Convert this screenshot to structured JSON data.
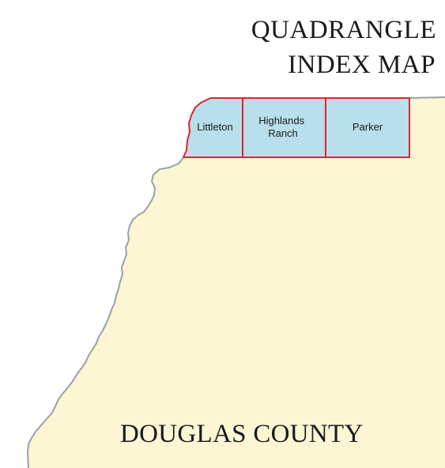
{
  "title": {
    "line1": "QUADRANGLE",
    "line2": "INDEX MAP"
  },
  "county": {
    "label": "DOUGLAS COUNTY",
    "fill_color": "#fdf6d4"
  },
  "boundary": {
    "color": "#9aa0a6"
  },
  "quadrangles": {
    "fill_color": "#b8dfeb",
    "border_color": "#e0252f",
    "items": [
      {
        "id": "littleton",
        "lines": [
          "Littleton"
        ]
      },
      {
        "id": "highlands-ranch",
        "lines": [
          "Highlands",
          "Ranch"
        ]
      },
      {
        "id": "parker",
        "lines": [
          "Parker"
        ]
      }
    ]
  }
}
